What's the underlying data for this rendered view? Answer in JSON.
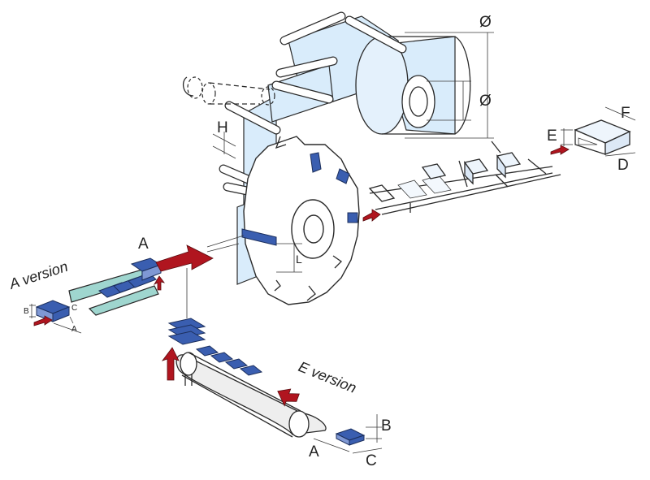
{
  "colors": {
    "film": "#d9ecfb",
    "product_blue": "#3a5eb0",
    "product_blue_light": "#7f98d4",
    "conveyor_green": "#9fd6cf",
    "arrow_red": "#b0151f"
  },
  "labels": {
    "diameter_top": "Ø",
    "diameter_core": "Ø",
    "H": "H",
    "L": "L",
    "E": "E",
    "F": "F",
    "D": "D",
    "A_main": "A",
    "a_version": "A version",
    "a_dim_a": "A",
    "a_dim_b": "B",
    "a_dim_c": "C",
    "e_version": "E version",
    "e_dim_a": "A",
    "e_dim_b": "B",
    "e_dim_c": "C"
  }
}
